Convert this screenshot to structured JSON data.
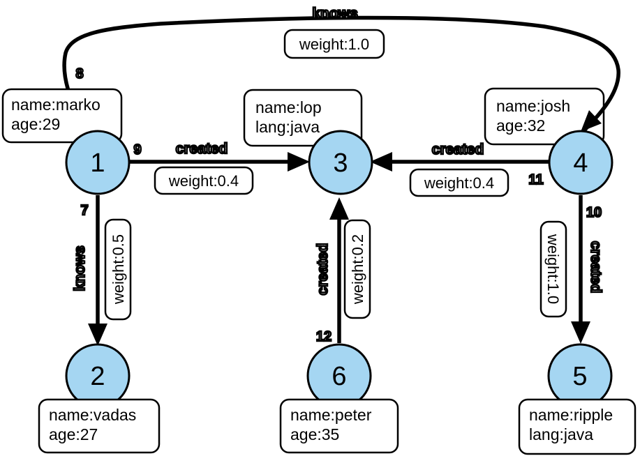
{
  "diagram": {
    "colors": {
      "node_fill": "#A5D6F2",
      "stroke": "#000000",
      "box_fill": "#FFFFFF"
    },
    "nodes": [
      {
        "id": "1",
        "props": [
          "name:marko",
          "age:29"
        ]
      },
      {
        "id": "2",
        "props": [
          "name:vadas",
          "age:27"
        ]
      },
      {
        "id": "3",
        "props": [
          "name:lop",
          "lang:java"
        ]
      },
      {
        "id": "4",
        "props": [
          "name:josh",
          "age:32"
        ]
      },
      {
        "id": "5",
        "props": [
          "name:ripple",
          "lang:java"
        ]
      },
      {
        "id": "6",
        "props": [
          "name:peter",
          "age:35"
        ]
      }
    ],
    "edges": [
      {
        "id": "8",
        "label": "knows",
        "weight": "weight:1.0",
        "from": "1",
        "to": "4"
      },
      {
        "id": "9",
        "label": "created",
        "weight": "weight:0.4",
        "from": "1",
        "to": "3"
      },
      {
        "id": "7",
        "label": "knows",
        "weight": "weight:0.5",
        "from": "1",
        "to": "2"
      },
      {
        "id": "11",
        "label": "created",
        "weight": "weight:0.4",
        "from": "4",
        "to": "3"
      },
      {
        "id": "12",
        "label": "created",
        "weight": "weight:0.2",
        "from": "6",
        "to": "3"
      },
      {
        "id": "10",
        "label": "created",
        "weight": "weight:1.0",
        "from": "4",
        "to": "5"
      }
    ]
  }
}
